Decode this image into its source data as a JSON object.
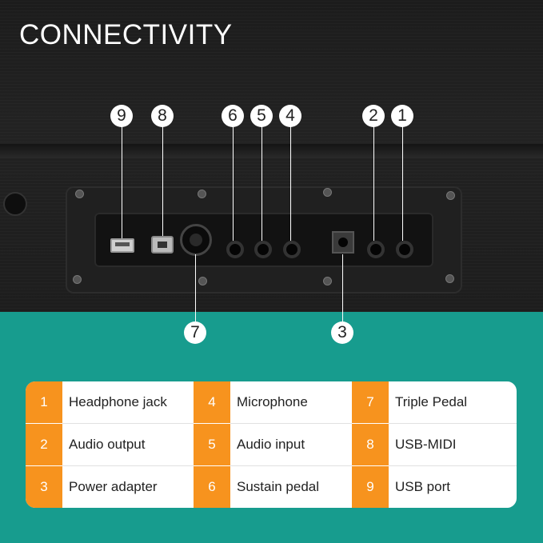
{
  "title": "CONNECTIVITY",
  "colors": {
    "accent_orange": "#f7931e",
    "teal_band": "#179c8e"
  },
  "callouts": [
    "9",
    "8",
    "6",
    "5",
    "4",
    "2",
    "1",
    "7",
    "3"
  ],
  "legend": [
    {
      "num": "1",
      "label": "Headphone jack"
    },
    {
      "num": "4",
      "label": "Microphone"
    },
    {
      "num": "7",
      "label": "Triple Pedal"
    },
    {
      "num": "2",
      "label": "Audio output"
    },
    {
      "num": "5",
      "label": "Audio input"
    },
    {
      "num": "8",
      "label": "USB-MIDI"
    },
    {
      "num": "3",
      "label": "Power adapter"
    },
    {
      "num": "6",
      "label": "Sustain pedal"
    },
    {
      "num": "9",
      "label": "USB port"
    }
  ]
}
